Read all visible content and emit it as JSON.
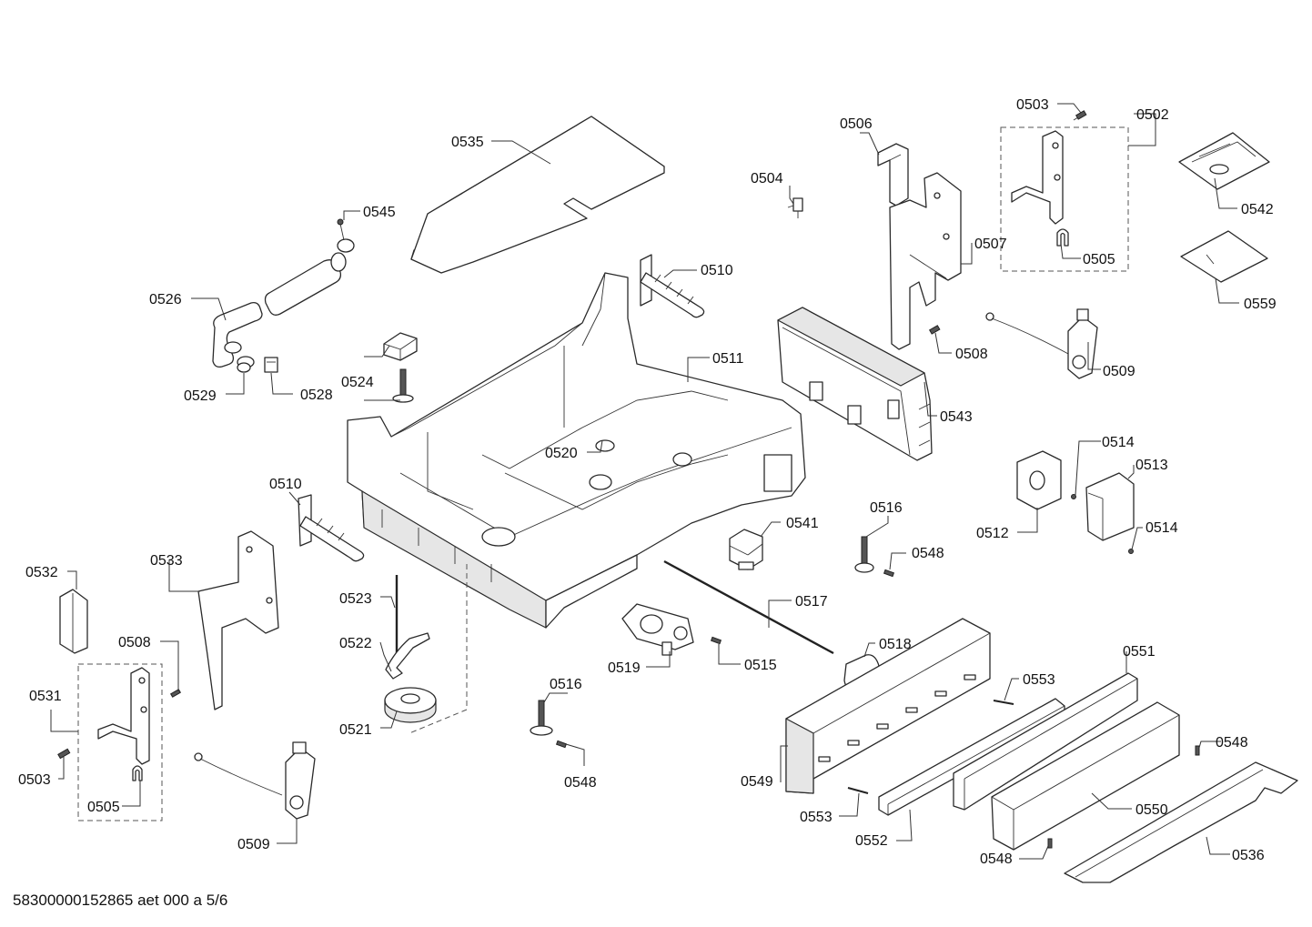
{
  "footer_text": "58300000152865 aet 000 a 5/6",
  "labels": {
    "l0535": "0535",
    "l0545": "0545",
    "l0526": "0526",
    "l0529": "0529",
    "l0528": "0528",
    "l0524": "0524",
    "l0510a": "0510",
    "l0511": "0511",
    "l0520": "0520",
    "l0504": "0504",
    "l0506": "0506",
    "l0503a": "0503",
    "l0502": "0502",
    "l0542": "0542",
    "l0505a": "0505",
    "l0507": "0507",
    "l0559": "0559",
    "l0508a": "0508",
    "l0509a": "0509",
    "l0543": "0543",
    "l0514a": "0514",
    "l0513": "0513",
    "l0512": "0512",
    "l0514b": "0514",
    "l0510b": "0510",
    "l0533": "0533",
    "l0532": "0532",
    "l0508b": "0508",
    "l0531": "0531",
    "l0503b": "0503",
    "l0505b": "0505",
    "l0509b": "0509",
    "l0523": "0523",
    "l0522": "0522",
    "l0521": "0521",
    "l0516a": "0516",
    "l0548a": "0548",
    "l0541": "0541",
    "l0517": "0517",
    "l0519": "0519",
    "l0515": "0515",
    "l0518": "0518",
    "l0516b": "0516",
    "l0548b": "0548",
    "l0551": "0551",
    "l0553a": "0553",
    "l0548c": "0548",
    "l0549": "0549",
    "l0553b": "0553",
    "l0552": "0552",
    "l0550": "0550",
    "l0548d": "0548",
    "l0536": "0536"
  }
}
